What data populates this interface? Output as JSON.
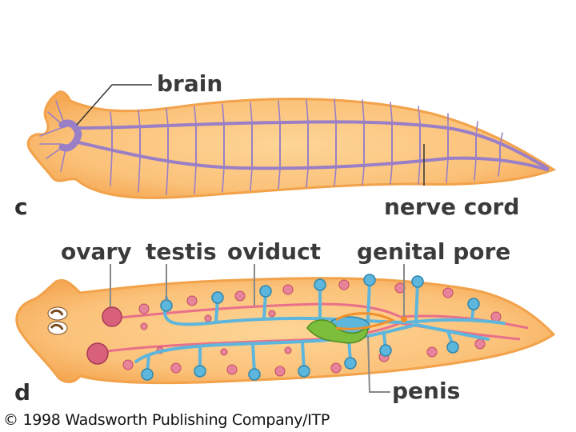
{
  "panel_c": {
    "letter": "c",
    "labels": {
      "brain": "brain",
      "nerve_cord": "nerve cord"
    }
  },
  "panel_d": {
    "letter": "d",
    "labels": {
      "ovary": "ovary",
      "testis": "testis",
      "oviduct": "oviduct",
      "genital_pore": "genital pore",
      "penis": "penis"
    }
  },
  "copyright": "© 1998 Wadsworth Publishing Company/ITP",
  "colors": {
    "body_fill": "#fbc27a",
    "body_edge": "#f2a24a",
    "nerve": "#9a7fc6",
    "duct": "#e8708a",
    "testis": "#5db6dc",
    "ovary": "#d8607a",
    "penis": "#7cbd3c",
    "genital_orange": "#f0902a"
  }
}
